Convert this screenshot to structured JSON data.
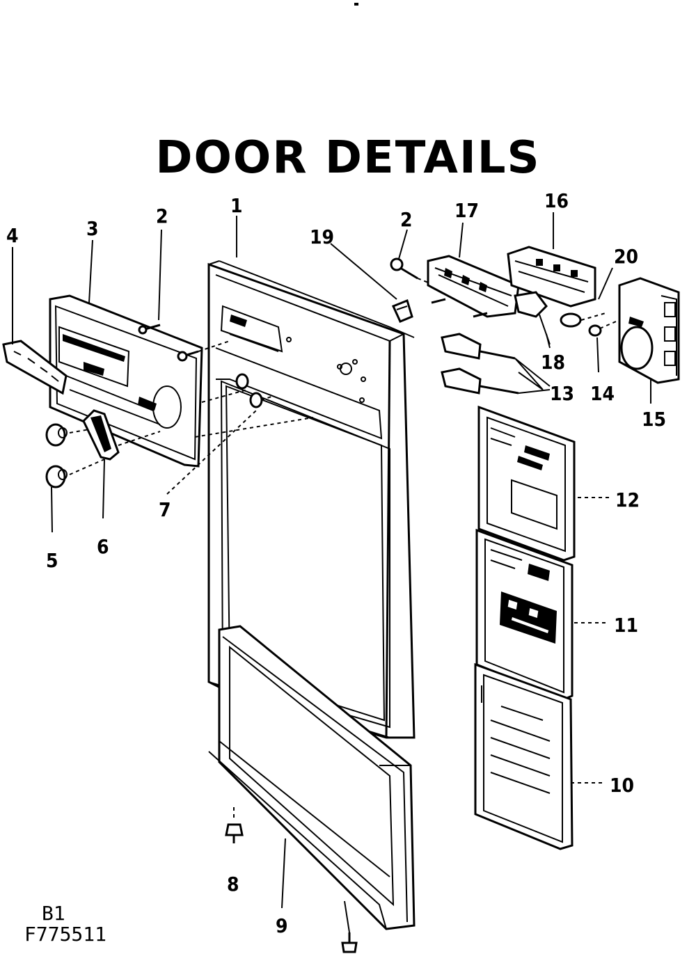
{
  "title": "DOOR DETAILS",
  "drawing_codes": {
    "line1": "B1",
    "line2": "F775511"
  },
  "parts": [
    {
      "id": "label-1",
      "text": "1"
    },
    {
      "id": "label-2a",
      "text": "2"
    },
    {
      "id": "label-2b",
      "text": "2"
    },
    {
      "id": "label-3",
      "text": "3"
    },
    {
      "id": "label-4",
      "text": "4"
    },
    {
      "id": "label-5",
      "text": "5"
    },
    {
      "id": "label-6",
      "text": "6"
    },
    {
      "id": "label-7",
      "text": "7"
    },
    {
      "id": "label-8",
      "text": "8"
    },
    {
      "id": "label-9",
      "text": "9"
    },
    {
      "id": "label-10",
      "text": "10"
    },
    {
      "id": "label-11",
      "text": "11"
    },
    {
      "id": "label-12",
      "text": "12"
    },
    {
      "id": "label-13",
      "text": "13"
    },
    {
      "id": "label-14",
      "text": "14"
    },
    {
      "id": "label-15",
      "text": "15"
    },
    {
      "id": "label-16",
      "text": "16"
    },
    {
      "id": "label-17",
      "text": "17"
    },
    {
      "id": "label-18",
      "text": "18"
    },
    {
      "id": "label-19",
      "text": "19"
    },
    {
      "id": "label-20",
      "text": "20"
    }
  ]
}
